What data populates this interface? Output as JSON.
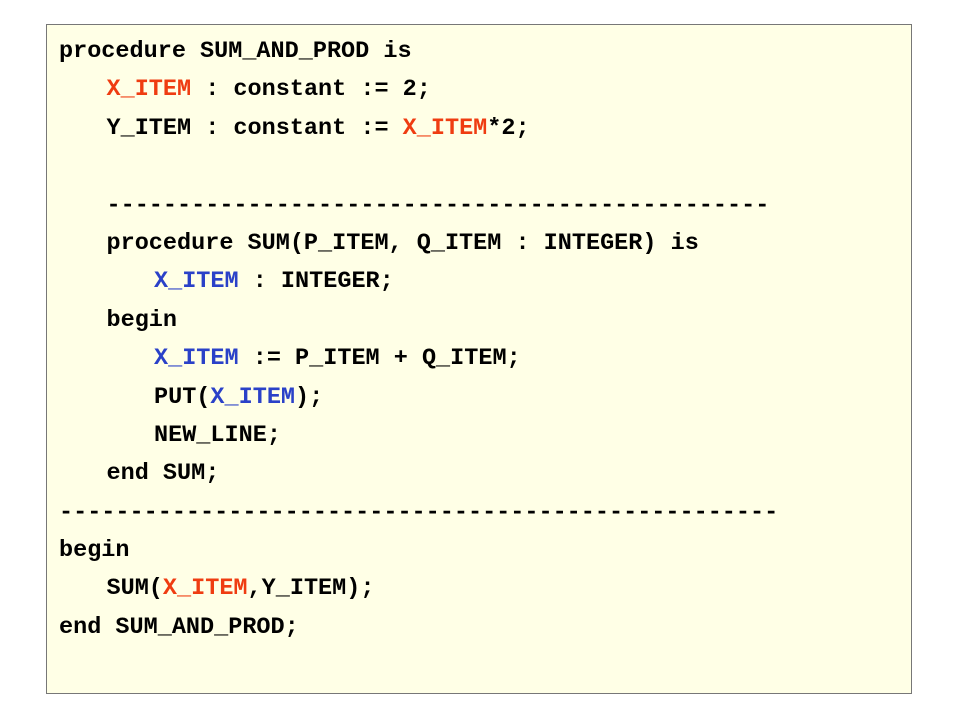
{
  "colors": {
    "background": "#ffffff",
    "panel": "#ffffe6",
    "panel_border": "#777777",
    "text": "#000000",
    "outer_constant": "#ef3c11",
    "local_variable": "#2a41c8"
  },
  "code": {
    "lines": [
      {
        "indent": 0,
        "tokens": [
          {
            "t": "procedure SUM_AND_PROD is",
            "c": "plain"
          }
        ]
      },
      {
        "indent": 1,
        "tokens": [
          {
            "t": "X_ITEM",
            "c": "red"
          },
          {
            "t": " : constant := 2;",
            "c": "plain"
          }
        ]
      },
      {
        "indent": 1,
        "tokens": [
          {
            "t": "Y_ITEM : constant := ",
            "c": "plain"
          },
          {
            "t": "X_ITEM",
            "c": "red"
          },
          {
            "t": "*2;",
            "c": "plain"
          }
        ]
      },
      {
        "indent": 0,
        "tokens": []
      },
      {
        "indent": 1,
        "tokens": [
          {
            "t": "-----------------------------------------------",
            "c": "plain"
          }
        ]
      },
      {
        "indent": 1,
        "tokens": [
          {
            "t": "procedure SUM(P_ITEM, Q_ITEM : INTEGER) is",
            "c": "plain"
          }
        ]
      },
      {
        "indent": 2,
        "tokens": [
          {
            "t": "X_ITEM",
            "c": "blue"
          },
          {
            "t": " : INTEGER;",
            "c": "plain"
          }
        ]
      },
      {
        "indent": 1,
        "tokens": [
          {
            "t": "begin",
            "c": "plain"
          }
        ]
      },
      {
        "indent": 2,
        "tokens": [
          {
            "t": "X_ITEM",
            "c": "blue"
          },
          {
            "t": " := P_ITEM + Q_ITEM;",
            "c": "plain"
          }
        ]
      },
      {
        "indent": 2,
        "tokens": [
          {
            "t": "PUT(",
            "c": "plain"
          },
          {
            "t": "X_ITEM",
            "c": "blue"
          },
          {
            "t": ");",
            "c": "plain"
          }
        ]
      },
      {
        "indent": 2,
        "tokens": [
          {
            "t": "NEW_LINE;",
            "c": "plain"
          }
        ]
      },
      {
        "indent": 1,
        "tokens": [
          {
            "t": "end SUM;",
            "c": "plain"
          }
        ]
      },
      {
        "indent": 0,
        "tokens": [
          {
            "t": "---------------------------------------------------",
            "c": "plain"
          }
        ]
      },
      {
        "indent": 0,
        "tokens": [
          {
            "t": "begin",
            "c": "plain"
          }
        ]
      },
      {
        "indent": 1,
        "tokens": [
          {
            "t": "SUM(",
            "c": "plain"
          },
          {
            "t": "X_ITEM",
            "c": "red"
          },
          {
            "t": ",Y_ITEM);",
            "c": "plain"
          }
        ]
      },
      {
        "indent": 0,
        "tokens": [
          {
            "t": "end SUM_AND_PROD;",
            "c": "plain"
          }
        ]
      }
    ]
  }
}
